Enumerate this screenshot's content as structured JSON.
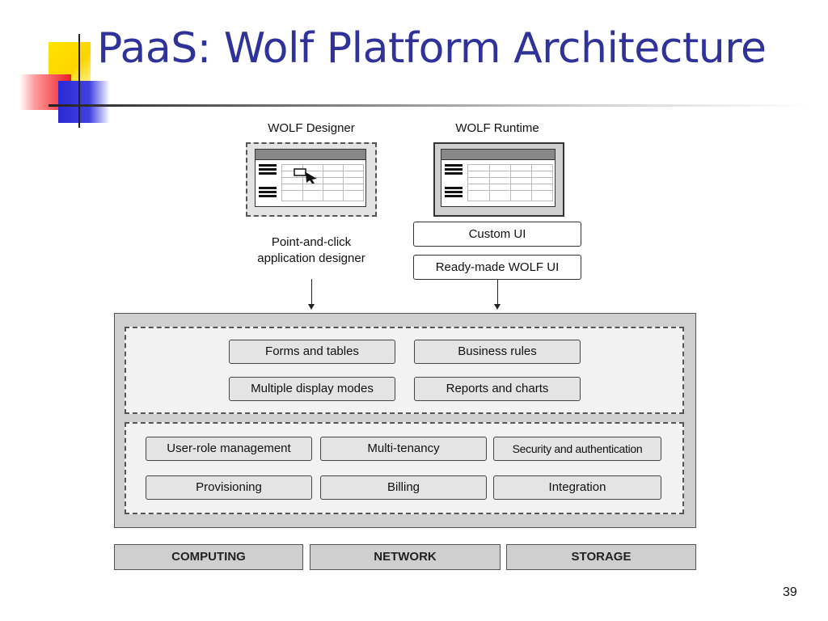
{
  "slide": {
    "title": "PaaS: Wolf Platform Architecture",
    "page_number": "39"
  },
  "designer": {
    "label": "WOLF Designer",
    "caption_line1": "Point-and-click",
    "caption_line2": "application designer"
  },
  "runtime": {
    "label": "WOLF Runtime",
    "custom_ui": "Custom UI",
    "ready_made_ui": "Ready-made WOLF UI"
  },
  "app_layer": {
    "modules": [
      "Forms and tables",
      "Business rules",
      "Multiple display modes",
      "Reports and charts"
    ]
  },
  "platform_layer": {
    "modules": [
      "User-role management",
      "Multi-tenancy",
      "Security and authentication",
      "Provisioning",
      "Billing",
      "Integration"
    ]
  },
  "infrastructure": {
    "items": [
      "COMPUTING",
      "NETWORK",
      "STORAGE"
    ]
  }
}
